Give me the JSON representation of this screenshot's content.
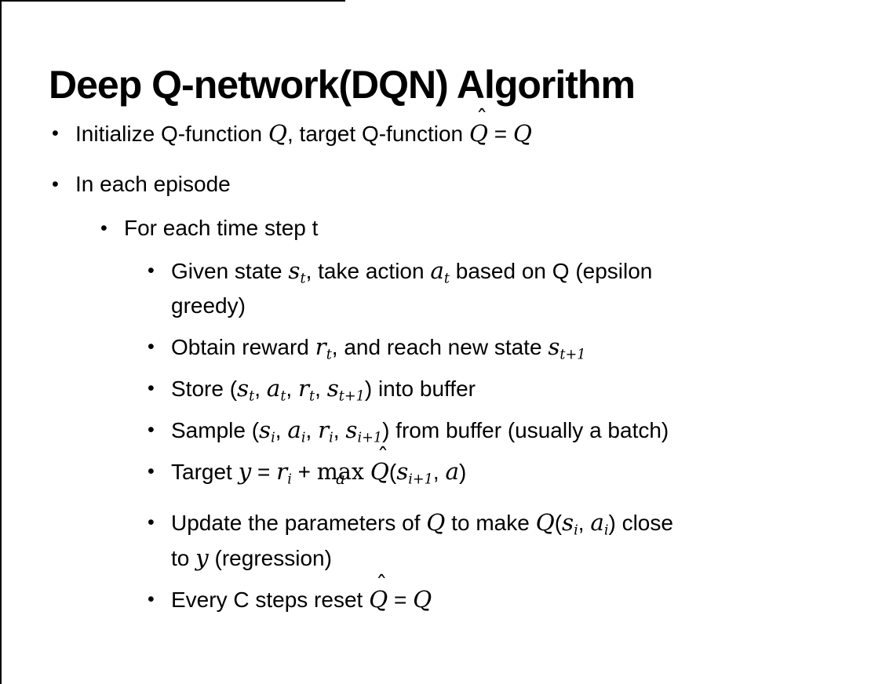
{
  "page": {
    "background_color": "#ffffff",
    "border_color": "#000000",
    "text_color": "#000000"
  },
  "bullet_glyph": "•",
  "hat_glyph": "ˆ",
  "title": "Deep Q-network(DQN) Algorithm",
  "bullets": [
    {
      "level": 1,
      "spacing": "lg",
      "segments": [
        {
          "t": "Initialize Q-function "
        },
        {
          "m": "Q"
        },
        {
          "t": ", target Q-function "
        },
        {
          "mhat": "Q"
        },
        {
          "t": " = "
        },
        {
          "m": "Q"
        }
      ]
    },
    {
      "level": 1,
      "spacing": "md",
      "segments": [
        {
          "t": "In each episode"
        }
      ]
    },
    {
      "level": 2,
      "spacing": "sm",
      "segments": [
        {
          "t": "For each time step t"
        }
      ]
    },
    {
      "level": 3,
      "segments": [
        {
          "t": "Given state "
        },
        {
          "msub": {
            "b": "s",
            "sub": "t"
          }
        },
        {
          "t": ", take action "
        },
        {
          "msub": {
            "b": "a",
            "sub": "t"
          }
        },
        {
          "t": " based on Q (epsilon"
        },
        {
          "br": true
        },
        {
          "t": "greedy)"
        }
      ]
    },
    {
      "level": 3,
      "segments": [
        {
          "t": "Obtain reward "
        },
        {
          "msub": {
            "b": "r",
            "sub": "t"
          }
        },
        {
          "t": ", and reach new state "
        },
        {
          "msub": {
            "b": "s",
            "sub": "t+1"
          }
        }
      ]
    },
    {
      "level": 3,
      "segments": [
        {
          "t": "Store ("
        },
        {
          "msub": {
            "b": "s",
            "sub": "t"
          }
        },
        {
          "t": ", "
        },
        {
          "msub": {
            "b": "a",
            "sub": "t"
          }
        },
        {
          "t": ", "
        },
        {
          "msub": {
            "b": "r",
            "sub": "t"
          }
        },
        {
          "t": ", "
        },
        {
          "msub": {
            "b": "s",
            "sub": "t+1"
          }
        },
        {
          "t": ") into buffer"
        }
      ]
    },
    {
      "level": 3,
      "segments": [
        {
          "t": "Sample ("
        },
        {
          "msub": {
            "b": "s",
            "sub": "i"
          }
        },
        {
          "t": ", "
        },
        {
          "msub": {
            "b": "a",
            "sub": "i"
          }
        },
        {
          "t": ", "
        },
        {
          "msub": {
            "b": "r",
            "sub": "i"
          }
        },
        {
          "t": ", "
        },
        {
          "msub": {
            "b": "s",
            "sub": "i+1"
          }
        },
        {
          "t": ") from buffer (usually a batch)"
        }
      ]
    },
    {
      "level": 3,
      "spacing": "lg",
      "segments": [
        {
          "t": "Target "
        },
        {
          "m": "y"
        },
        {
          "t": " = "
        },
        {
          "msub": {
            "b": "r",
            "sub": "i"
          }
        },
        {
          "t": " + "
        },
        {
          "munder": {
            "main": "max",
            "under": "a"
          }
        },
        {
          "t": " "
        },
        {
          "mhat": "Q"
        },
        {
          "t": "("
        },
        {
          "msub": {
            "b": "s",
            "sub": "i+1"
          }
        },
        {
          "t": ", "
        },
        {
          "m": "a"
        },
        {
          "t": ")"
        }
      ]
    },
    {
      "level": 3,
      "segments": [
        {
          "t": "Update the parameters of "
        },
        {
          "m": "Q"
        },
        {
          "t": " to make "
        },
        {
          "m": "Q"
        },
        {
          "t": "("
        },
        {
          "msub": {
            "b": "s",
            "sub": "i"
          }
        },
        {
          "t": ", "
        },
        {
          "msub": {
            "b": "a",
            "sub": "i"
          }
        },
        {
          "t": ") close"
        },
        {
          "br": true
        },
        {
          "t": "to "
        },
        {
          "m": "y"
        },
        {
          "t": " (regression)"
        }
      ]
    },
    {
      "level": 3,
      "segments": [
        {
          "t": "Every C steps reset "
        },
        {
          "mhat": "Q"
        },
        {
          "t": " = "
        },
        {
          "m": "Q"
        }
      ]
    }
  ]
}
